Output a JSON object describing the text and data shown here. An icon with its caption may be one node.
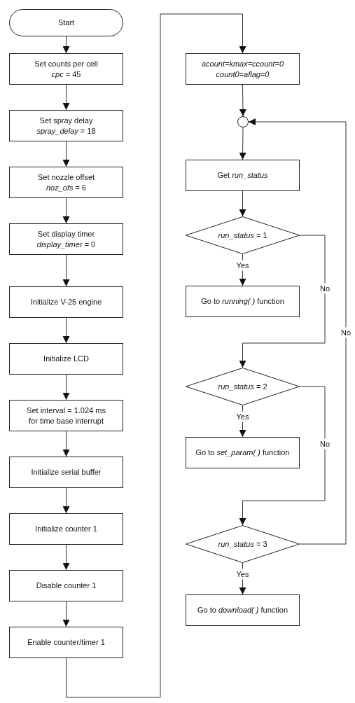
{
  "diagram": {
    "nodes": [
      {
        "text": [
          "Start"
        ]
      },
      {
        "text": [
          "Set counts per cell",
          "*cpc* = 45"
        ]
      },
      {
        "text": [
          "Set spray delay",
          "*spray_delay* = 18"
        ]
      },
      {
        "text": [
          "Set nozzle offset",
          "*noz_ofs* = 6"
        ]
      },
      {
        "text": [
          "Set display timer",
          "*display_timer* = 0"
        ]
      },
      {
        "text": [
          "Initialize V-25 engine"
        ]
      },
      {
        "text": [
          "Initialize LCD"
        ]
      },
      {
        "text": [
          "Set interval = 1.024 ms for time base interrupt"
        ]
      },
      {
        "text": [
          "Initialize serial buffer"
        ]
      },
      {
        "text": [
          "Initialize counter 1"
        ]
      },
      {
        "text": [
          "Disable counter 1"
        ]
      },
      {
        "text": [
          "Enable counter/timer 1"
        ]
      },
      {
        "text": [
          "acount=kmax=ccount=0",
          "count0=aflag=0"
        ]
      },
      {
        "text": [],
        "shape": "circle"
      },
      {
        "text": [
          "Get *run_status*"
        ]
      },
      {
        "text": [
          "*run_status* = 1"
        ]
      },
      {
        "text": [
          "Go to *running( )* function"
        ]
      },
      {
        "text": [
          "*run_status* = 2"
        ]
      },
      {
        "text": [
          "Go to *set_param( )* function"
        ]
      },
      {
        "text": [
          "*run_status* = 3"
        ]
      },
      {
        "text": [
          "Go to *download( )* function"
        ]
      }
    ],
    "edges": [
      {
        "from": 0,
        "to": 1,
        "arrow": "to"
      },
      {
        "from": 1,
        "to": 2,
        "arrow": "to"
      },
      {
        "from": 2,
        "to": 3,
        "arrow": "to"
      },
      {
        "from": 3,
        "to": 4,
        "arrow": "to"
      },
      {
        "from": 4,
        "to": 5,
        "arrow": "to"
      },
      {
        "from": 5,
        "to": 6,
        "arrow": "to"
      },
      {
        "from": 6,
        "to": 7,
        "arrow": "to"
      },
      {
        "from": 7,
        "to": 8,
        "arrow": "to"
      },
      {
        "from": 8,
        "to": 9,
        "arrow": "to"
      },
      {
        "from": 9,
        "to": 10,
        "arrow": "to"
      },
      {
        "from": 10,
        "to": 11,
        "arrow": "to"
      },
      {
        "from": 11,
        "to": 12,
        "arrow": "to"
      },
      {
        "from": 12,
        "to": 13,
        "arrow": "to"
      },
      {
        "from": 13,
        "to": 14,
        "arrow": "to"
      },
      {
        "from": 14,
        "to": 15,
        "arrow": "to"
      },
      {
        "from": 15,
        "to": 16,
        "arrow": "to",
        "label": "Yes"
      },
      {
        "from": 15,
        "to": 17,
        "arrow": "to",
        "label": "No"
      },
      {
        "from": 17,
        "to": 18,
        "arrow": "to",
        "label": "Yes"
      },
      {
        "from": 17,
        "to": 19,
        "arrow": "to",
        "label": "No"
      },
      {
        "from": 19,
        "to": 20,
        "arrow": "to",
        "label": "Yes"
      },
      {
        "from": 19,
        "to": 13,
        "arrow": "to",
        "label": "No"
      }
    ]
  }
}
